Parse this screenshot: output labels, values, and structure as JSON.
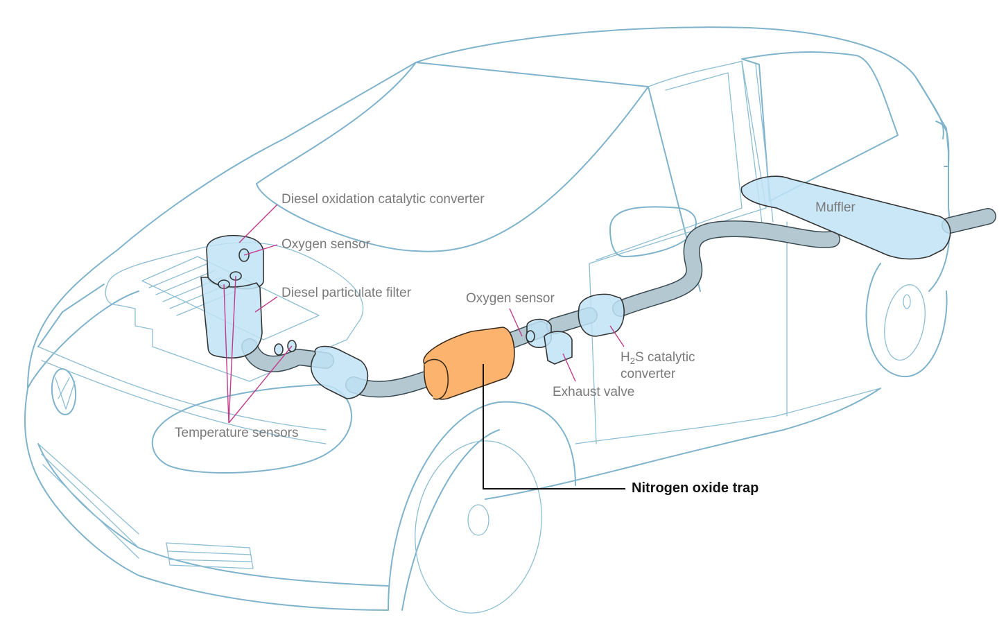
{
  "diagram": {
    "title": "Diesel exhaust after-treatment system",
    "colors": {
      "car_outline": "#7fb3cc",
      "component_fill": "#bfe3f4",
      "highlight_fill": "#fbb36d",
      "leader_line": "#c23a8c",
      "label_text": "#7a7a7a",
      "highlight_label_text": "#111111"
    },
    "labels": {
      "doc": "Diesel oxidation catalytic converter",
      "oxygen_sensor_1": "Oxygen sensor",
      "dpf": "Diesel particulate filter",
      "temperature_sensors": "Temperature sensors",
      "oxygen_sensor_2": "Oxygen sensor",
      "exhaust_valve": "Exhaust valve",
      "h2s_prefix": "H",
      "h2s_sub": "2",
      "h2s_suffix": "S catalytic",
      "h2s_line2": "converter",
      "muffler": "Muffler",
      "nox_trap": "Nitrogen oxide trap"
    },
    "highlighted_component": "Nitrogen oxide trap"
  }
}
